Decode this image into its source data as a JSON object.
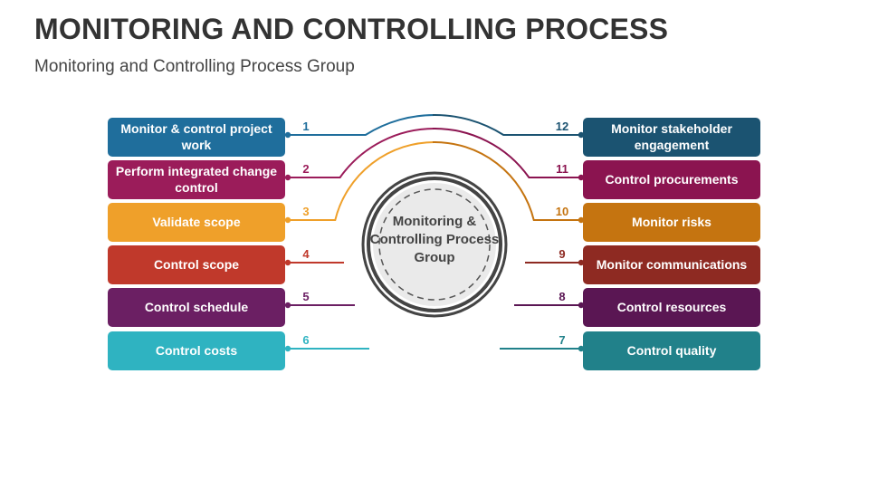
{
  "title": "MONITORING AND CONTROLLING PROCESS",
  "subtitle": "Monitoring and Controlling Process Group",
  "center": {
    "label": "Monitoring & Controlling Process Group"
  },
  "left_items": [
    {
      "number": "1",
      "label": "Monitor & control project work",
      "color": "#1f6e9c"
    },
    {
      "number": "2",
      "label": "Perform integrated change control",
      "color": "#9b1c5a"
    },
    {
      "number": "3",
      "label": "Validate scope",
      "color": "#efa02a"
    },
    {
      "number": "4",
      "label": "Control scope",
      "color": "#c0392b"
    },
    {
      "number": "5",
      "label": "Control schedule",
      "color": "#6b1f63"
    },
    {
      "number": "6",
      "label": "Control costs",
      "color": "#2fb3c1"
    }
  ],
  "right_items": [
    {
      "number": "12",
      "label": "Monitor stakeholder engagement",
      "color": "#1b5371"
    },
    {
      "number": "11",
      "label": "Control procurements",
      "color": "#8b1450"
    },
    {
      "number": "10",
      "label": "Monitor risks",
      "color": "#c57410"
    },
    {
      "number": "9",
      "label": "Monitor communications",
      "color": "#8e2a22"
    },
    {
      "number": "8",
      "label": "Control resources",
      "color": "#5a1653"
    },
    {
      "number": "7",
      "label": "Control quality",
      "color": "#21818a"
    }
  ]
}
